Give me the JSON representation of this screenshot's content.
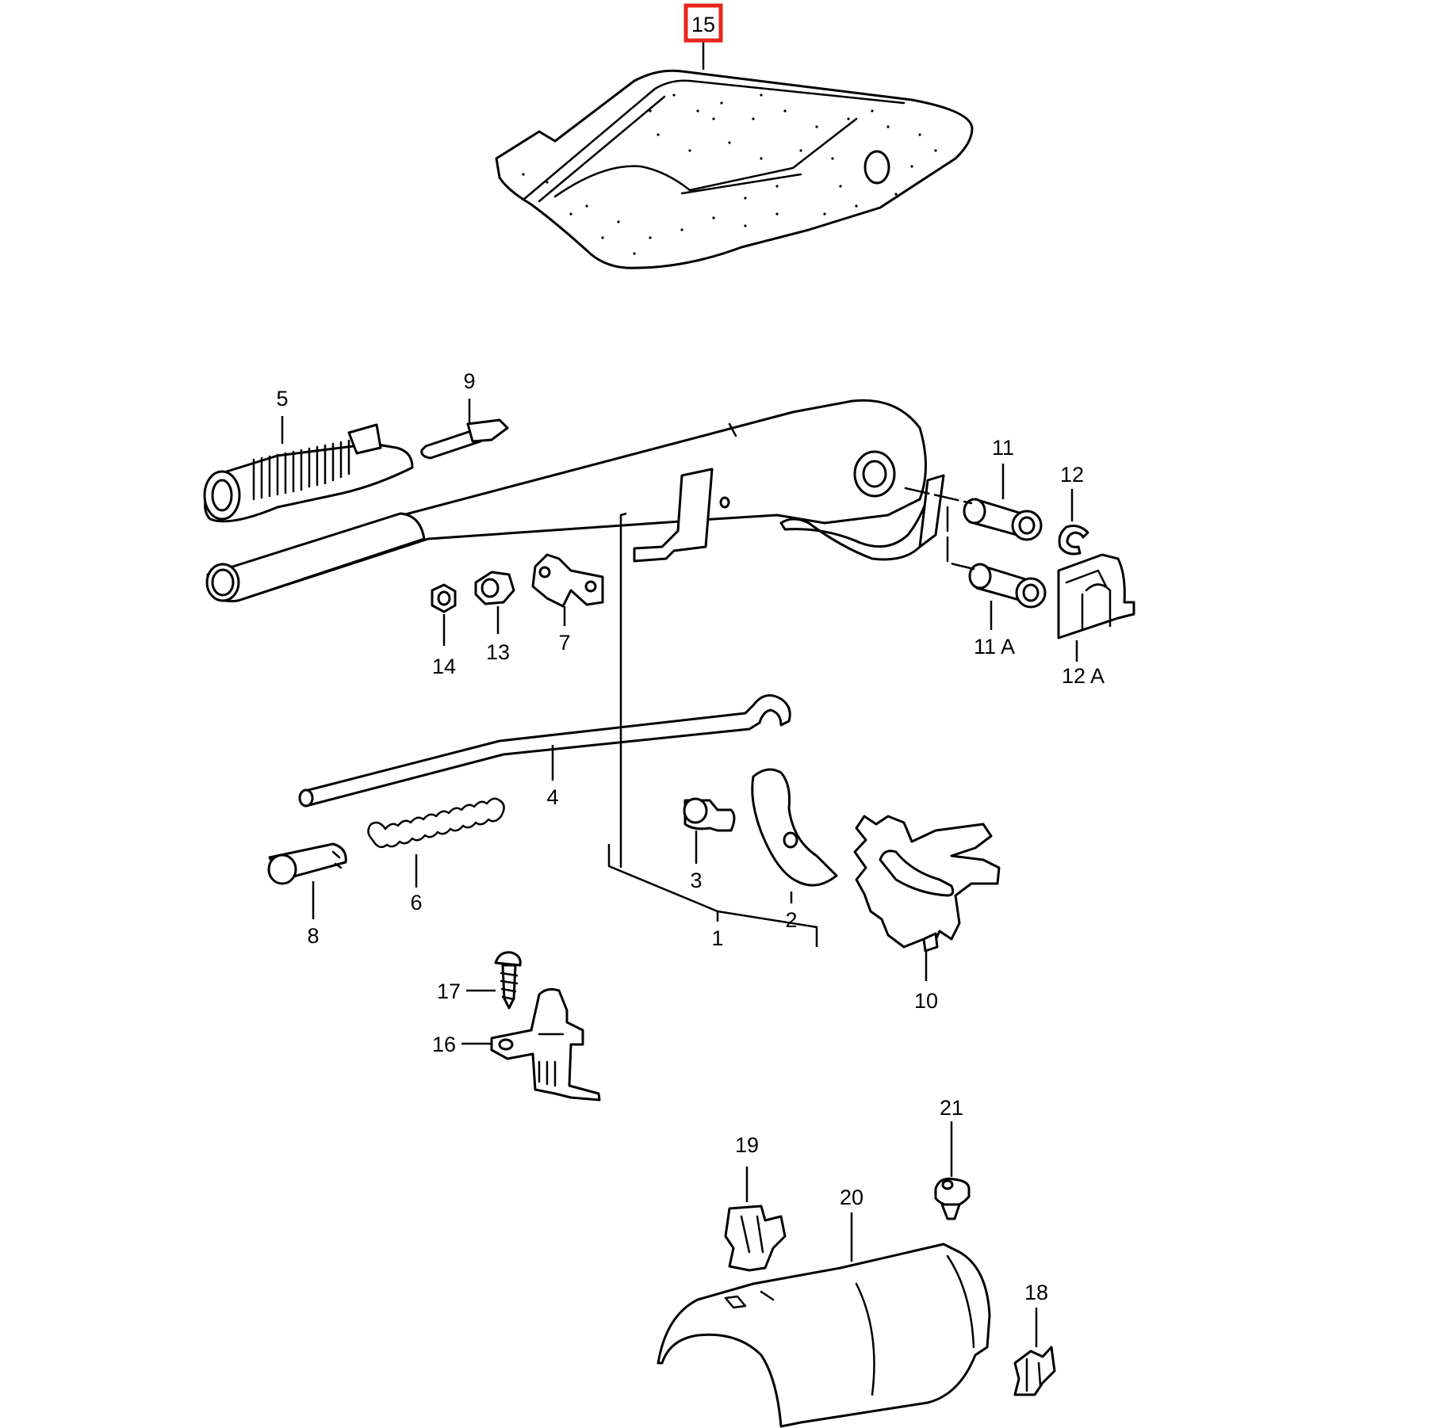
{
  "diagram": {
    "accent_color": "#e8261c",
    "highlighted_callout": "15",
    "callouts": [
      {
        "id": "c1",
        "text": "1"
      },
      {
        "id": "c2",
        "text": "2"
      },
      {
        "id": "c3",
        "text": "3"
      },
      {
        "id": "c4",
        "text": "4"
      },
      {
        "id": "c5",
        "text": "5"
      },
      {
        "id": "c6",
        "text": "6"
      },
      {
        "id": "c7",
        "text": "7"
      },
      {
        "id": "c8",
        "text": "8"
      },
      {
        "id": "c9",
        "text": "9"
      },
      {
        "id": "c10",
        "text": "10"
      },
      {
        "id": "c11",
        "text": "11"
      },
      {
        "id": "c11a",
        "text": "11 A"
      },
      {
        "id": "c12",
        "text": "12"
      },
      {
        "id": "c12a",
        "text": "12 A"
      },
      {
        "id": "c13",
        "text": "13"
      },
      {
        "id": "c14",
        "text": "14"
      },
      {
        "id": "c15",
        "text": "15"
      },
      {
        "id": "c16",
        "text": "16"
      },
      {
        "id": "c17",
        "text": "17"
      },
      {
        "id": "c18",
        "text": "18"
      },
      {
        "id": "c19",
        "text": "19"
      },
      {
        "id": "c20",
        "text": "20"
      },
      {
        "id": "c21",
        "text": "21"
      }
    ]
  }
}
